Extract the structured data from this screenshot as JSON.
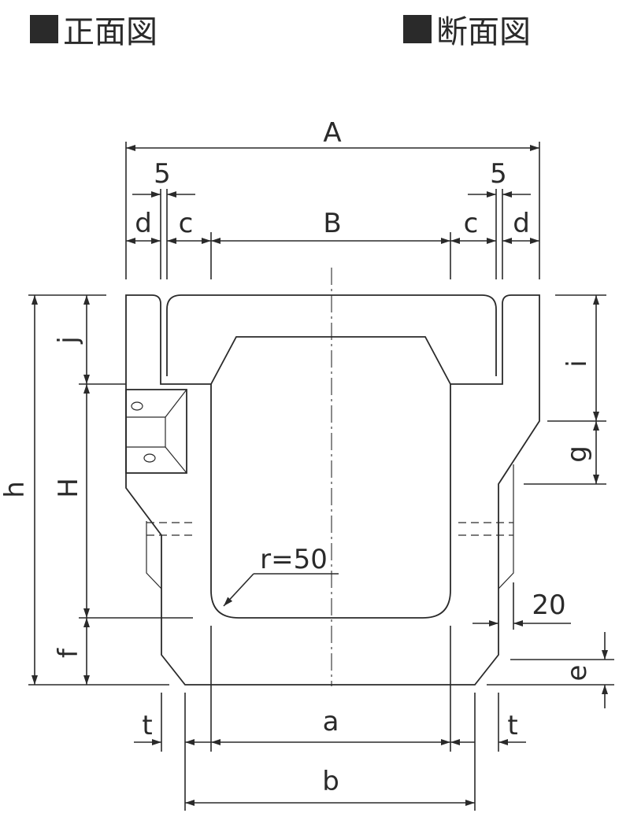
{
  "headings": {
    "front_view": "正面図",
    "section_view": "断面図"
  },
  "dimensions": {
    "A": "A",
    "B": "B",
    "five_left": "5",
    "five_right": "5",
    "d_left": "d",
    "c_left": "c",
    "c_right": "c",
    "d_right": "d",
    "h": "h",
    "H": "H",
    "j": "j",
    "f": "f",
    "i": "i",
    "g": "g",
    "e": "e",
    "radius": "r=50",
    "twenty": "20",
    "t_left": "t",
    "a": "a",
    "t_right": "t",
    "b": "b"
  },
  "icons": {
    "heading_marker": "black-square-icon",
    "arrow": "arrowhead-icon"
  }
}
